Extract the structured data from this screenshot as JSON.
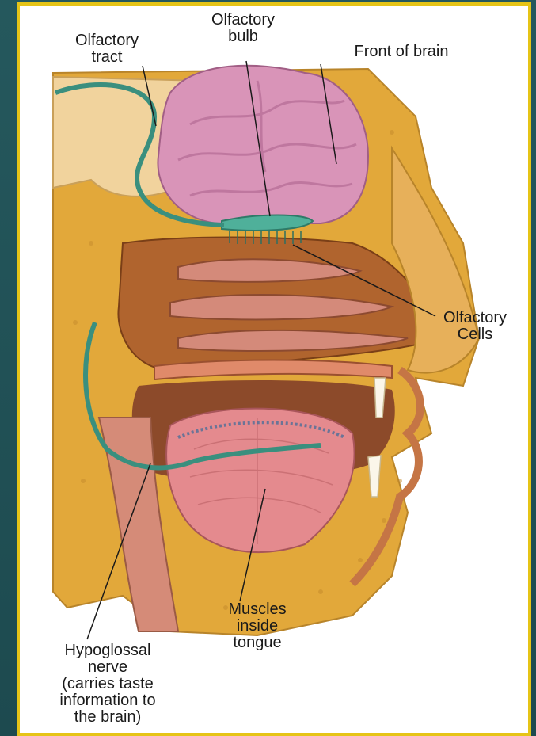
{
  "diagram": {
    "labels": {
      "olfactory_tract": [
        "Olfactory",
        "tract"
      ],
      "olfactory_bulb": [
        "Olfactory",
        "bulb"
      ],
      "front_of_brain": [
        "Front of brain"
      ],
      "olfactory_cells": [
        "Olfactory",
        "Cells"
      ],
      "muscles_inside_tongue": [
        "Muscles",
        "inside",
        "tongue"
      ],
      "hypoglossal_nerve": [
        "Hypoglossal",
        "nerve",
        "(carries taste",
        "information to",
        "the brain)"
      ]
    }
  },
  "colors": {
    "background": "#22555a",
    "frame_border": "#e6c417",
    "bone": "#e2a83a",
    "brain": "#d994b8",
    "nerve": "#3a8f7e",
    "tongue": "#e48a8e",
    "cavity": "#b0642e"
  }
}
